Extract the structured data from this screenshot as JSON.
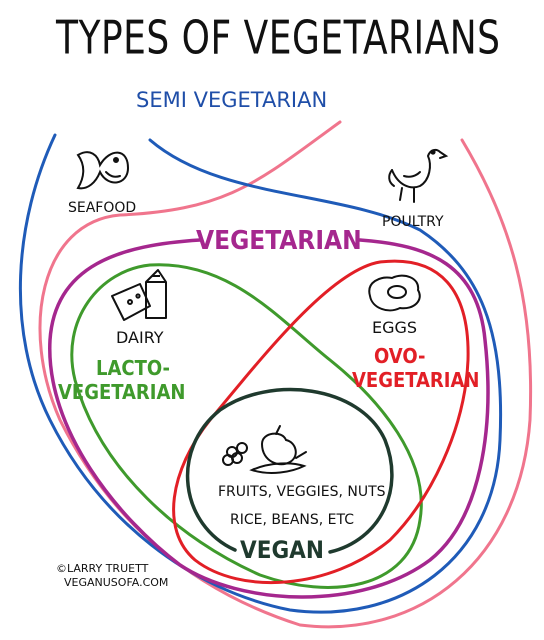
{
  "title": "TYPES OF VEGETARIANS",
  "groups": {
    "semi": "SEMI VEGETARIAN",
    "vegetarian": "VEGETARIAN",
    "lacto_1": "LACTO-",
    "lacto_2": "VEGETARIAN",
    "ovo_1": "OVO-",
    "ovo_2": "VEGETARIAN",
    "vegan": "VEGAN"
  },
  "foods": {
    "seafood": "SEAFOOD",
    "poultry": "POULTRY",
    "dairy": "DAIRY",
    "eggs": "EGGS",
    "vegan_line1": "FRUITS, VEGGIES, NUTS",
    "vegan_line2": "RICE, BEANS, ETC"
  },
  "credit": {
    "line1": "©LARRY TRUETT",
    "line2": "VEGANUSOFA.COM"
  },
  "colors": {
    "semi_pink": "#f0758d",
    "semi_blue": "#1f5bb8",
    "vegetarian": "#a5278e",
    "lacto": "#3f9a2c",
    "ovo": "#e21f26",
    "vegan": "#1f3a2e",
    "semi_text": "#1f4ea8"
  },
  "icons": [
    "fish-icon",
    "bird-icon",
    "milk-icon",
    "egg-icon",
    "produce-icon"
  ]
}
